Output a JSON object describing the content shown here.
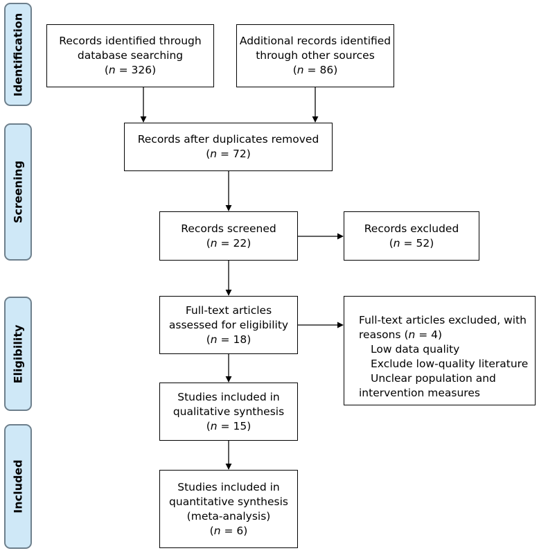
{
  "phases": [
    {
      "id": "identification",
      "label": "Identification"
    },
    {
      "id": "screening",
      "label": "Screening"
    },
    {
      "id": "eligibility",
      "label": "Eligibility"
    },
    {
      "id": "included",
      "label": "Included"
    }
  ],
  "boxes": {
    "database": {
      "line1": "Records identified through",
      "line2": "database searching",
      "n_prefix": "(",
      "n_var": "n",
      "n_suffix": " = 326)"
    },
    "other": {
      "line1": "Additional records identified",
      "line2": "through other sources",
      "n_prefix": "(",
      "n_var": "n",
      "n_suffix": " = 86)"
    },
    "dedup": {
      "line1": "Records after duplicates removed",
      "n_prefix": "(",
      "n_var": "n",
      "n_suffix": " = 72)"
    },
    "screened": {
      "line1": "Records screened",
      "n_prefix": "(",
      "n_var": "n",
      "n_suffix": " = 22)"
    },
    "excluded": {
      "line1": "Records excluded",
      "n_prefix": "(",
      "n_var": "n",
      "n_suffix": " = 52)"
    },
    "fulltext": {
      "line1": "Full-text articles",
      "line2": "assessed for eligibility",
      "n_prefix": "(",
      "n_var": "n",
      "n_suffix": " = 18)"
    },
    "fulltext_excluded": {
      "line1": "Full-text articles excluded, with",
      "line2_prefix": "reasons (",
      "n_var": "n",
      "line2_suffix": " = 4)",
      "reasons": [
        "Low data quality",
        "Exclude low-quality literature",
        "Unclear population and"
      ],
      "continuation": "intervention measures"
    },
    "qualitative": {
      "line1": "Studies included in",
      "line2": "qualitative synthesis",
      "n_prefix": "(",
      "n_var": "n",
      "n_suffix": " = 15)"
    },
    "quantitative": {
      "line1": "Studies included in",
      "line2": "quantitative synthesis",
      "line3": "(meta-analysis)",
      "n_prefix": "(",
      "n_var": "n",
      "n_suffix": " = 6)"
    }
  }
}
